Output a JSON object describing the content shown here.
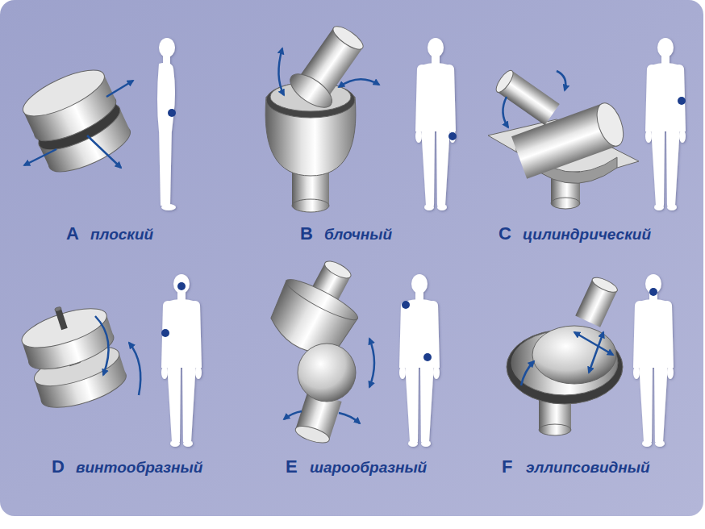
{
  "diagram": {
    "labels": [
      "A",
      "плоский",
      "B",
      "блочный",
      "C",
      "цилиндрический",
      "D",
      "винтообразный",
      "E",
      "шарообразный",
      "F",
      "эллипсовидный"
    ]
  }
}
